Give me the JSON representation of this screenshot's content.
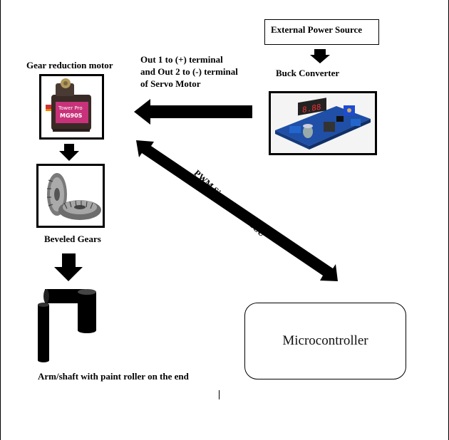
{
  "labels": {
    "external_power": "External Power Source",
    "buck_converter": "Buck Converter",
    "output_line1": "Out 1 to (+) terminal",
    "output_line2": "and Out 2 to (-) terminal",
    "output_line3": "of Servo Motor",
    "gear_motor": "Gear reduction motor",
    "beveled_gears": "Beveled Gears",
    "pwm_signal": "PWM Signal from MCU",
    "microcontroller": "Microcontroller",
    "arm_shaft": "Arm/shaft with paint roller on the end"
  },
  "servo_text": {
    "line1": "Tower Pro",
    "line2": "MG90S"
  }
}
